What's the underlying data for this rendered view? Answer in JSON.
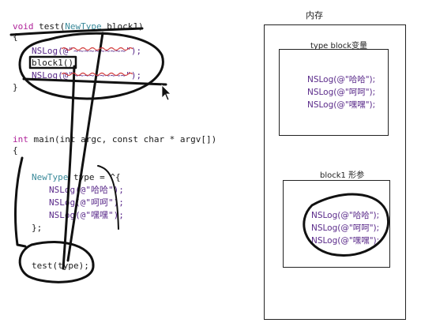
{
  "test_func": {
    "keyword": "void",
    "name": "test(",
    "param_type": "NewType",
    "param_name": "block1)",
    "open": "{",
    "line1": "NSLog(@\"~~~~~~~~~~\");",
    "line2": "block1()",
    "line3": "NSLog(@\"~~~~~~~~~~\");",
    "close": "}"
  },
  "main_func": {
    "kw_int": "int",
    "rest": "main(int argc, const char * argv[])",
    "open": "{",
    "decl_type": "NewType",
    "decl_rest": "type = ^{",
    "log1": "NSLog(@\"哈哈\");",
    "log2": "NSLog(@\"呵呵\");",
    "log3": "NSLog(@\"嘿嘿\");",
    "block_close": "};",
    "call": "test(type);"
  },
  "memory": {
    "title": "内存",
    "type_block_label": "type block变量",
    "type_logs": [
      "NSLog(@\"哈哈\");",
      "NSLog(@\"呵呵\");",
      "NSLog(@\"嘿嘿\");"
    ],
    "param_label": "block1 形参",
    "param_logs": [
      "NSLog(@\"哈哈\");",
      "NSLog(@\"呵呵\");",
      "NSLog(@\"嘿嘿\");"
    ]
  }
}
